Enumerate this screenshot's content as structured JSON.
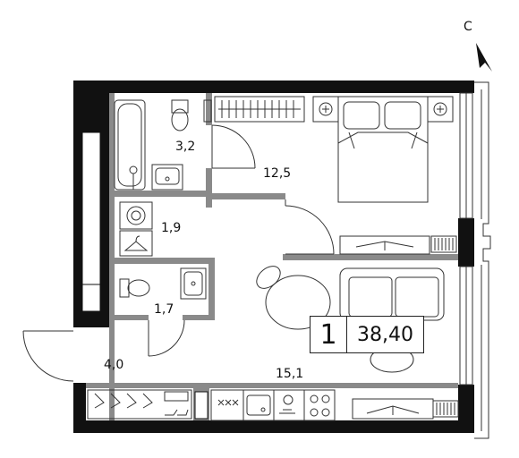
{
  "compass": {
    "letter": "С"
  },
  "badge": {
    "rooms": "1",
    "total_area": "38,40"
  },
  "rooms": {
    "bathroom": "3,2",
    "bedroom": "12,5",
    "laundry": "1,9",
    "toilet": "1,7",
    "hallway": "4,0",
    "living_kitchen": "15,1"
  },
  "colors": {
    "wall": "#111111",
    "partition": "#8a8a8a",
    "line": "#333333"
  }
}
